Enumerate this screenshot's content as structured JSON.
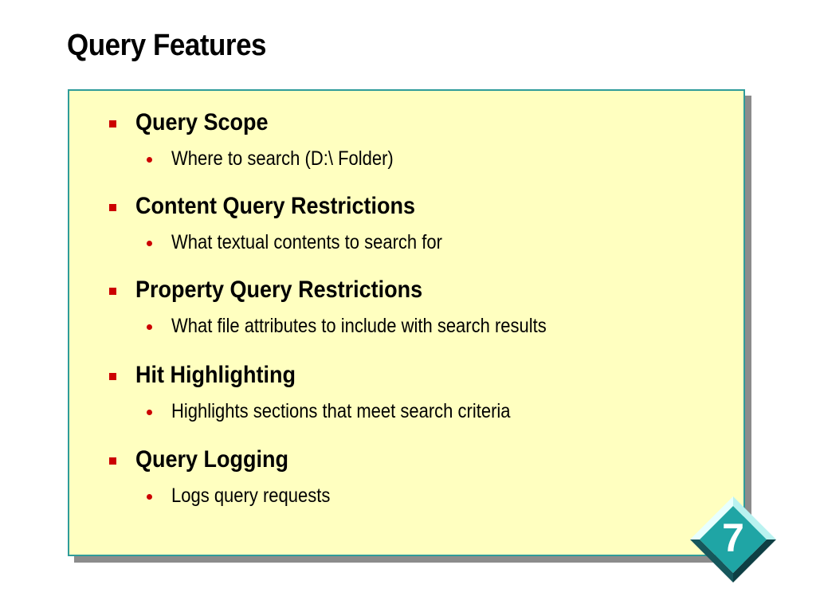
{
  "slide": {
    "title": "Query Features",
    "slide_number": "7"
  },
  "bullets": [
    {
      "heading": "Query Scope",
      "detail": "Where to search (D:\\ Folder)"
    },
    {
      "heading": "Content Query Restrictions",
      "detail": "What textual contents to search for"
    },
    {
      "heading": "Property Query Restrictions",
      "detail": "What file attributes to include with search results"
    },
    {
      "heading": "Hit Highlighting",
      "detail": "Highlights sections that meet search criteria"
    },
    {
      "heading": "Query Logging",
      "detail": "Logs query requests"
    }
  ],
  "colors": {
    "panel_background": "#ffffc0",
    "panel_border": "#2f9c9a",
    "bullet": "#cc0000",
    "badge_teal": "#1fa5a5"
  }
}
